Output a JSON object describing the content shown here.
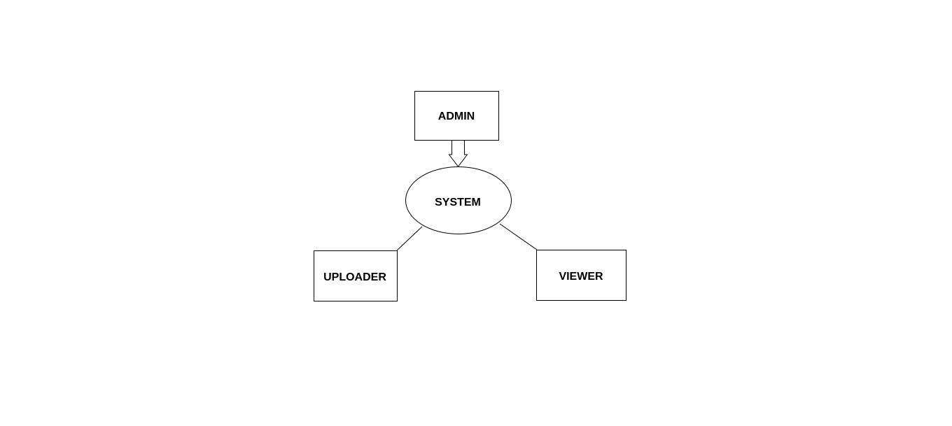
{
  "diagram": {
    "nodes": {
      "admin": {
        "label": "ADMIN",
        "shape": "rectangle"
      },
      "system": {
        "label": "SYSTEM",
        "shape": "ellipse"
      },
      "uploader": {
        "label": "UPLOADER",
        "shape": "rectangle"
      },
      "viewer": {
        "label": "VIEWER",
        "shape": "rectangle"
      }
    },
    "edges": [
      {
        "from": "admin",
        "to": "system",
        "style": "hollow-block-arrow"
      },
      {
        "from": "system",
        "to": "uploader",
        "style": "line"
      },
      {
        "from": "system",
        "to": "viewer",
        "style": "line"
      }
    ],
    "colors": {
      "background": "#ffffff",
      "stroke": "#000000",
      "text": "#000000"
    }
  }
}
